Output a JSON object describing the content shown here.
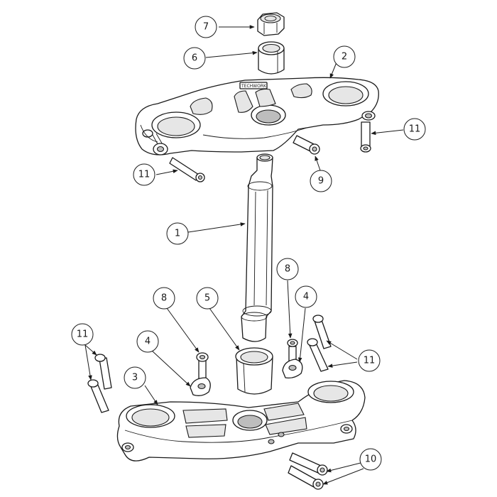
{
  "diagram": {
    "callouts": [
      {
        "id": "callout-7-nut",
        "label": "7"
      },
      {
        "id": "callout-6-bushing",
        "label": "6"
      },
      {
        "id": "callout-2-top-clamp",
        "label": "2"
      },
      {
        "id": "callout-11-right-top",
        "label": "11"
      },
      {
        "id": "callout-11-left-top",
        "label": "11"
      },
      {
        "id": "callout-9-bolt",
        "label": "9"
      },
      {
        "id": "callout-1-stem",
        "label": "1"
      },
      {
        "id": "callout-8-right",
        "label": "8"
      },
      {
        "id": "callout-8-left",
        "label": "8"
      },
      {
        "id": "callout-5-bushing",
        "label": "5"
      },
      {
        "id": "callout-4-right",
        "label": "4"
      },
      {
        "id": "callout-4-left",
        "label": "4"
      },
      {
        "id": "callout-11-left-bottom",
        "label": "11"
      },
      {
        "id": "callout-11-right-bottom",
        "label": "11"
      },
      {
        "id": "callout-3-bottom-clamp",
        "label": "3"
      },
      {
        "id": "callout-10-bolts",
        "label": "10"
      }
    ],
    "logo_text": "TECHWORK"
  }
}
